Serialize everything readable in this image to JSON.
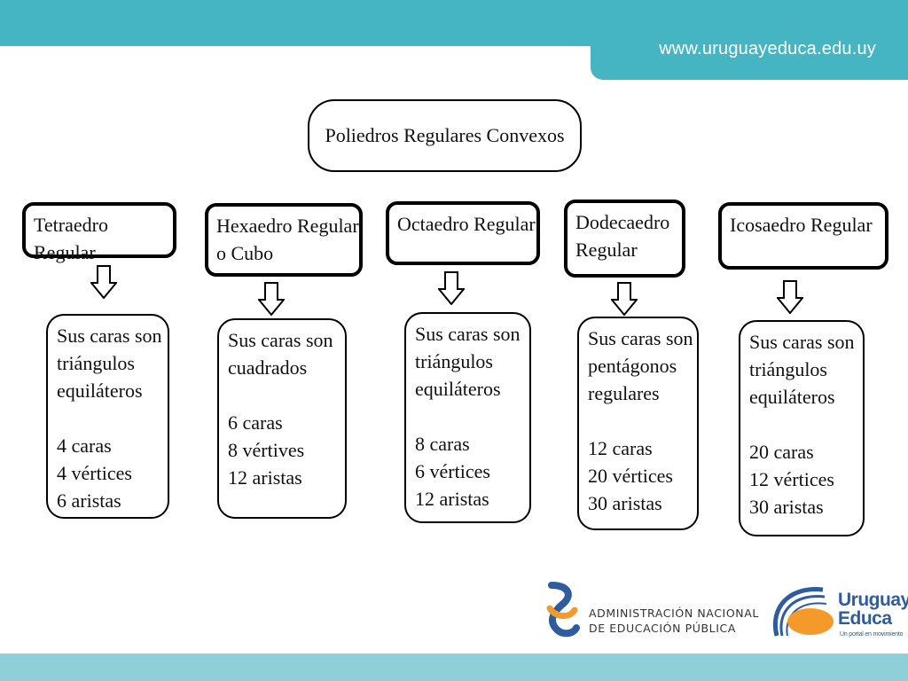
{
  "header": {
    "url": "www.uruguayeduca.edu.uy"
  },
  "diagram": {
    "title": "Poliedros Regulares Convexos",
    "columns": [
      {
        "name": [
          "Tetraedro Regular"
        ],
        "properties": [
          "Sus caras son",
          "triángulos",
          "equiláteros"
        ],
        "counts": [
          "4 caras",
          "4 vértices",
          "6 aristas"
        ]
      },
      {
        "name": [
          "Hexaedro Regular",
          "o Cubo"
        ],
        "properties": [
          "Sus caras son",
          "cuadrados"
        ],
        "counts": [
          "6 caras",
          "8 vértives",
          "12 aristas"
        ]
      },
      {
        "name": [
          "Octaedro Regular"
        ],
        "properties": [
          "Sus caras son",
          "triángulos",
          "equiláteros"
        ],
        "counts": [
          "8 caras",
          "6 vértices",
          "12 aristas"
        ]
      },
      {
        "name": [
          "Dodecaedro",
          "Regular"
        ],
        "properties": [
          "Sus caras son",
          "pentágonos",
          "regulares"
        ],
        "counts": [
          "12 caras",
          "20 vértices",
          "30 aristas"
        ]
      },
      {
        "name": [
          "Icosaedro Regular"
        ],
        "properties": [
          "Sus caras son",
          "triángulos",
          "equiláteros"
        ],
        "counts": [
          "20 caras",
          "12 vértices",
          "30 aristas"
        ]
      }
    ]
  },
  "footer": {
    "anep_lines": [
      "ADMINISTRACIÓN NACIONAL",
      "DE EDUCACIÓN PÚBLICA"
    ],
    "uruguay_educa_lines": [
      "Uruguay",
      "Educa"
    ],
    "uruguay_educa_tagline": "Un portal en movimiento"
  },
  "colors": {
    "bar": "#45b5c4",
    "bottom_bar": "#8fd0d8",
    "brand_blue": "#2e5c9e",
    "brand_orange": "#f39a2a"
  }
}
